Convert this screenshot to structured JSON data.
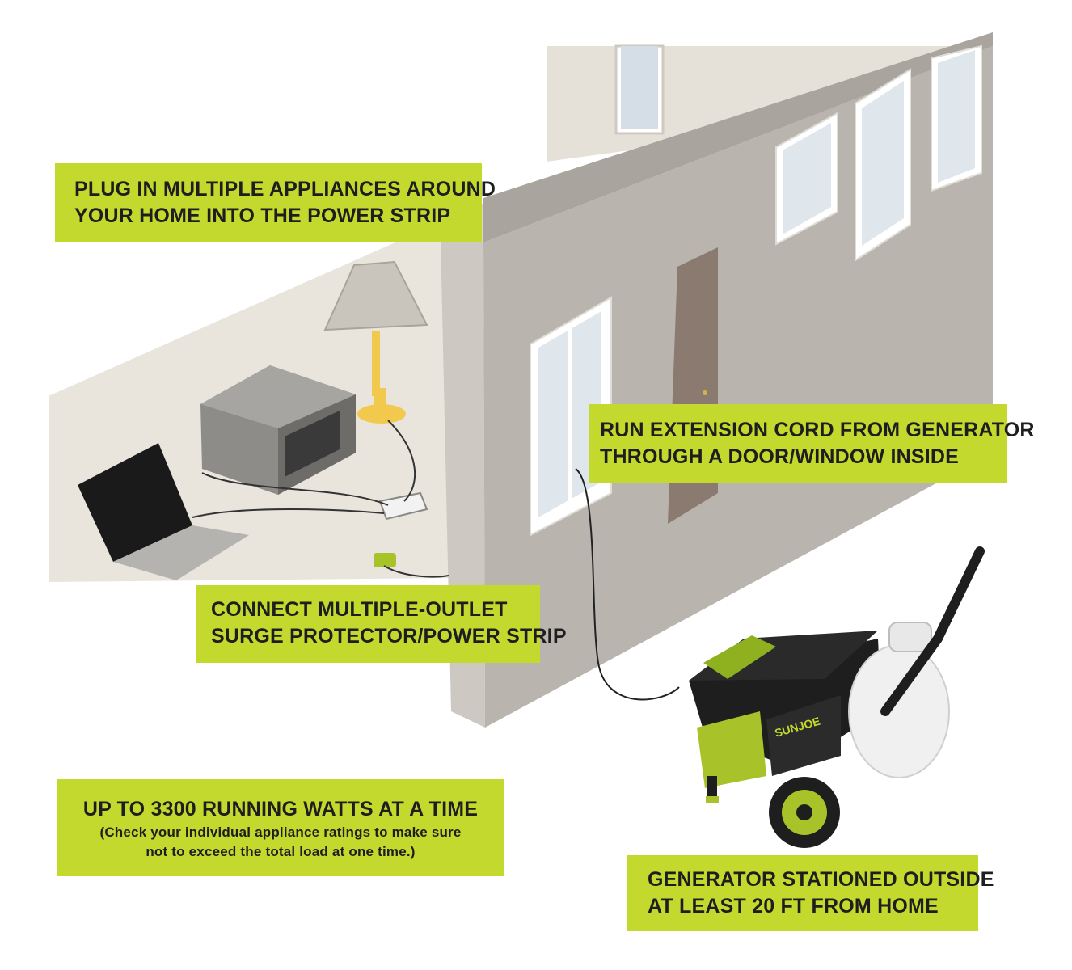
{
  "callouts": {
    "plug_in": {
      "line1": "PLUG IN MULTIPLE APPLIANCES AROUND",
      "line2": "YOUR HOME INTO THE POWER STRIP"
    },
    "extension_cord": {
      "line1": "RUN EXTENSION CORD FROM GENERATOR",
      "line2": "THROUGH A DOOR/WINDOW INSIDE"
    },
    "surge_protector": {
      "line1": "CONNECT MULTIPLE-OUTLET",
      "line2": "SURGE PROTECTOR/POWER STRIP"
    },
    "watts": {
      "line1": "UP TO 3300 RUNNING WATTS AT A TIME",
      "line2": "(Check your individual appliance ratings to make sure",
      "line3": "not to exceed the total load at one time.)"
    },
    "generator": {
      "line1": "GENERATOR STATIONED OUTSIDE",
      "line2": "AT LEAST 20 FT FROM HOME"
    }
  },
  "generator_brand": "SUNJOE",
  "colors": {
    "accent": "#c4d92e",
    "wall": "#b8b4ad",
    "floor": "#e9e5dc",
    "text": "#1e1e1e"
  }
}
